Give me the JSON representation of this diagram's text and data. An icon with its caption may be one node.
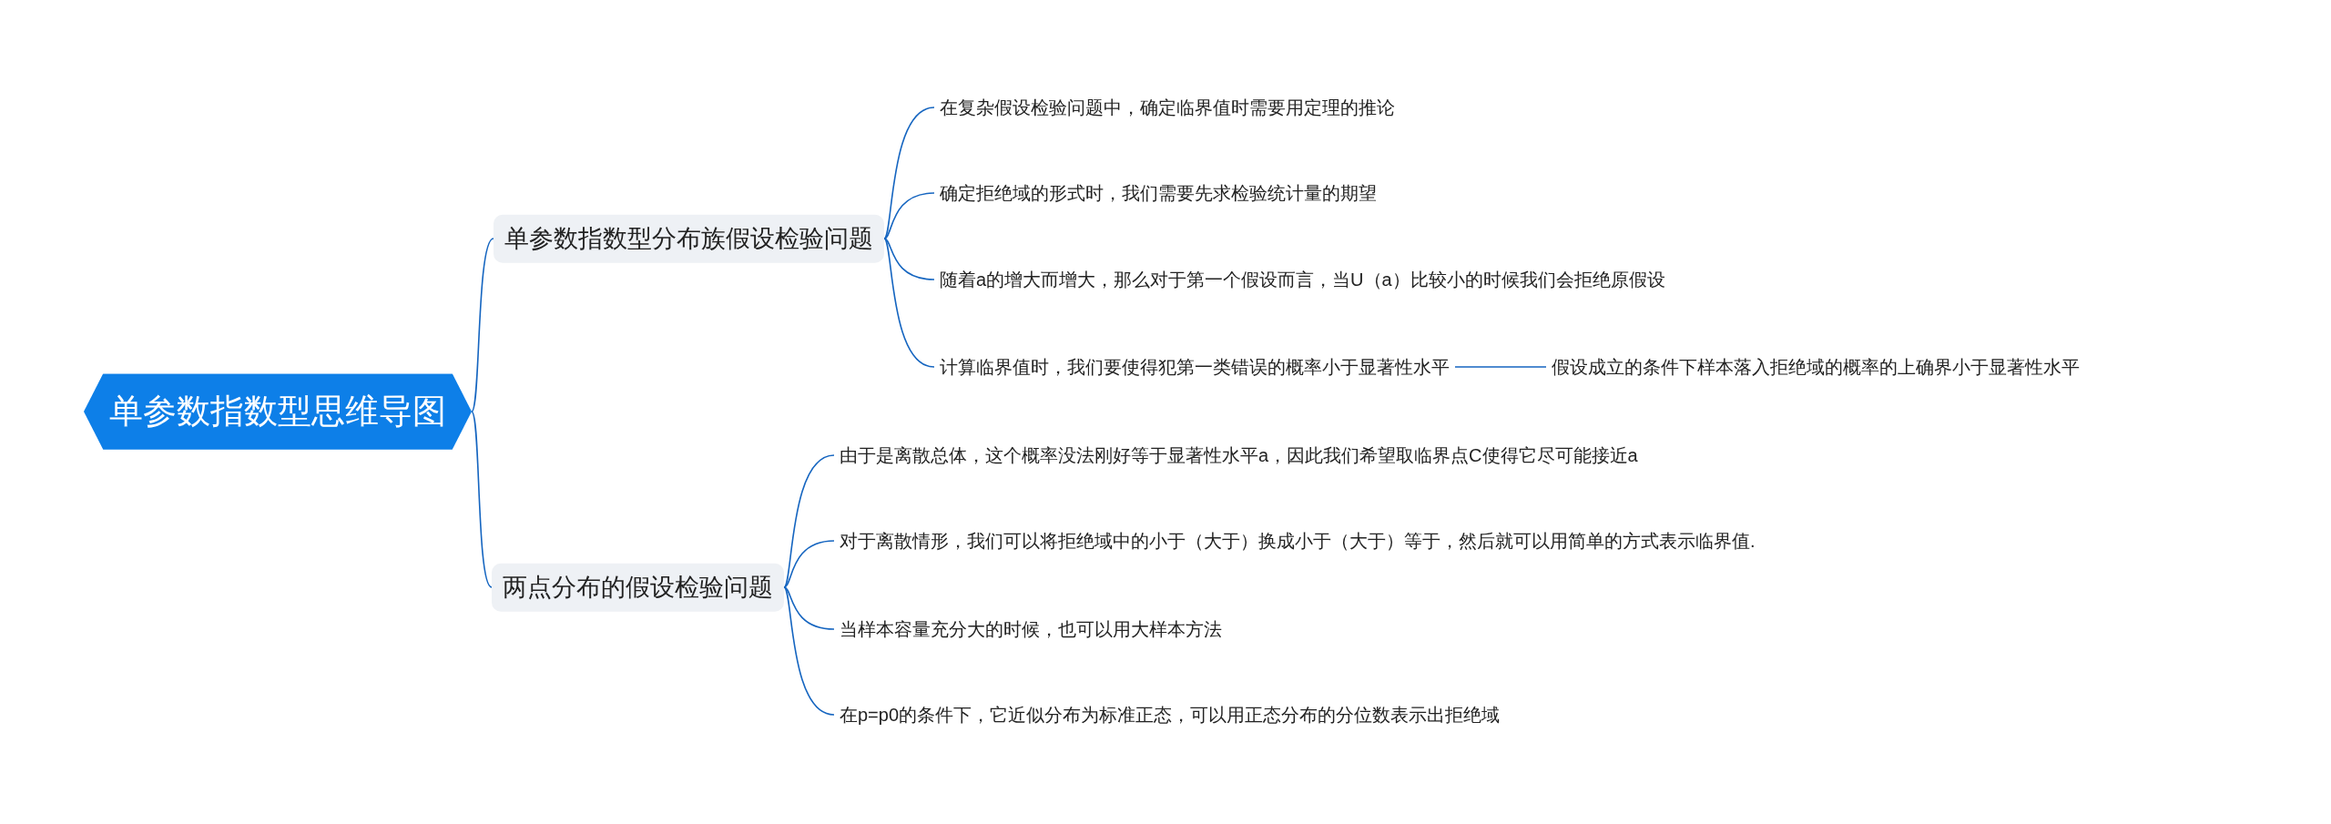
{
  "diagram": {
    "nodes": [
      {
        "text": [
          "单参数指数型思维导图"
        ]
      },
      {
        "text": [
          "单参数指数型分布族假设检验问题"
        ]
      },
      {
        "text": [
          "在复杂假设检验问题中，确定临界值时需要用定理的推论"
        ]
      },
      {
        "text": [
          "确定拒绝域的形式时，我们需要先求检验统计量的期望"
        ]
      },
      {
        "text": [
          "随着a的增大而增大，那么对于第一个假设而言，当U（a）比较小的时候我们会拒绝原假设"
        ]
      },
      {
        "text": [
          "计算临界值时，我们要使得犯第一类错误的概率小于显著性水平"
        ]
      },
      {
        "text": [
          "假设成立的条件下样本落入拒绝域的概率的上确界小于显著性水平"
        ]
      },
      {
        "text": [
          "两点分布的假设检验问题"
        ]
      },
      {
        "text": [
          "由于是离散总体，这个概率没法刚好等于显著性水平a，因此我们希望取临界点C使得它尽可能接近a"
        ]
      },
      {
        "text": [
          "对于离散情形，我们可以将拒绝域中的小于（大于）换成小于（大于）等于，然后就可以用简单的方式表示临界值."
        ]
      },
      {
        "text": [
          "当样本容量充分大的时候，也可以用大样本方法"
        ]
      },
      {
        "text": [
          "在p=p0的条件下，它近似分布为标准正态，可以用正态分布的分位数表示出拒绝域"
        ]
      }
    ],
    "edges": [
      {
        "from": 0,
        "to": 1,
        "arrow": "none"
      },
      {
        "from": 0,
        "to": 7,
        "arrow": "none"
      },
      {
        "from": 1,
        "to": 2,
        "arrow": "none"
      },
      {
        "from": 1,
        "to": 3,
        "arrow": "none"
      },
      {
        "from": 1,
        "to": 4,
        "arrow": "none"
      },
      {
        "from": 1,
        "to": 5,
        "arrow": "none"
      },
      {
        "from": 5,
        "to": 6,
        "arrow": "none"
      },
      {
        "from": 7,
        "to": 8,
        "arrow": "none"
      },
      {
        "from": 7,
        "to": 9,
        "arrow": "none"
      },
      {
        "from": 7,
        "to": 10,
        "arrow": "none"
      },
      {
        "from": 7,
        "to": 11,
        "arrow": "none"
      }
    ]
  }
}
